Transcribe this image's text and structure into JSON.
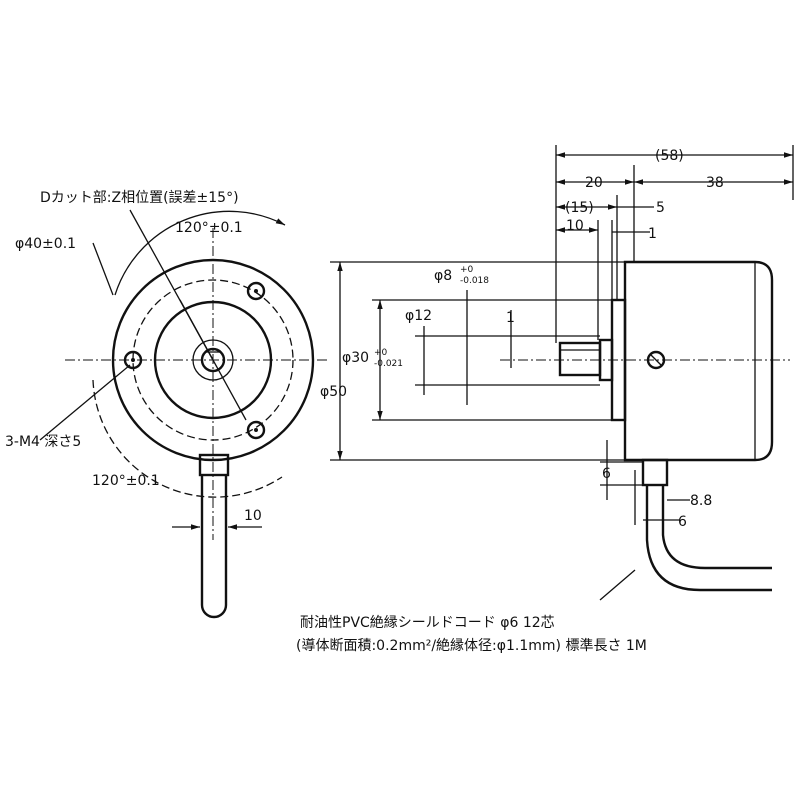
{
  "front_view": {
    "d_cut_note": "Dカット部:Z相位置(誤差±15°)",
    "pcd": "φ40±0.1",
    "angle_top": "120°±0.1",
    "angle_bottom": "120°±0.1",
    "tapped_holes": "3-M4 深さ5",
    "cable_width": "10"
  },
  "side_view": {
    "overall_length": "(58)",
    "dim_20": "20",
    "dim_38": "38",
    "dim_15": "(15)",
    "dim_5": "5",
    "dim_10": "10",
    "dim_1_top": "1",
    "shaft_dia": "φ8",
    "shaft_tol_upper": "+0",
    "shaft_tol_lower": "-0.018",
    "boss_dia": "φ12",
    "dim_1_dcut": "1",
    "spigot_dia": "φ30",
    "spigot_tol_upper": "+0",
    "spigot_tol_lower": "-0.021",
    "body_dia": "φ50",
    "dim_6_vertical": "6",
    "dim_8_8": "8.8",
    "dim_6_cable": "6"
  },
  "cable_note": {
    "line1": "耐油性PVC絶縁シールドコード  φ6  12芯",
    "line2": "(導体断面積:0.2mm²/絶縁体径:φ1.1mm) 標準長さ 1M"
  }
}
